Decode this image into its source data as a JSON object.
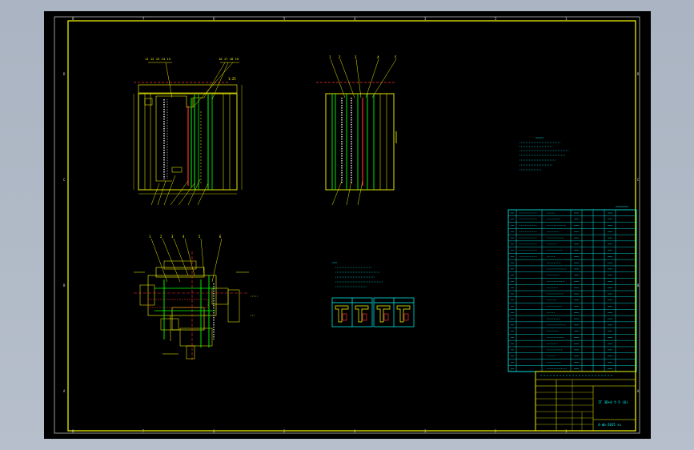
{
  "viewer": {
    "background": "#aab4c2",
    "sheet_background": "#000000"
  },
  "colors": {
    "frame": "#ffff00",
    "outline": "#ffff00",
    "hidden_line": "#00ff00",
    "center_line": "#ff3030",
    "dimension": "#00ffff",
    "table": "#00ffff"
  },
  "border_zones": {
    "top": [
      "8",
      "7",
      "6",
      "5",
      "4",
      "3",
      "2",
      "1"
    ],
    "bottom": [
      "8",
      "7",
      "6",
      "5",
      "4",
      "3",
      "2",
      "1"
    ],
    "left": [
      "D",
      "C",
      "B",
      "A"
    ],
    "right": [
      "D",
      "C",
      "B",
      "A"
    ]
  },
  "views": {
    "front_section_callouts_top": [
      "11 12 13 14 15",
      "16 17 18 19"
    ],
    "side_section_callouts_top": [
      "1",
      "2",
      "3",
      "4",
      "5"
    ],
    "plan_view_callouts_top": [
      "1",
      "2",
      "3",
      "4",
      "5",
      "6"
    ]
  },
  "title_block": {
    "drawing_title": "IT 3D+4 Y-5 (6)",
    "drawing_number": "4-mb-2015 ss"
  }
}
